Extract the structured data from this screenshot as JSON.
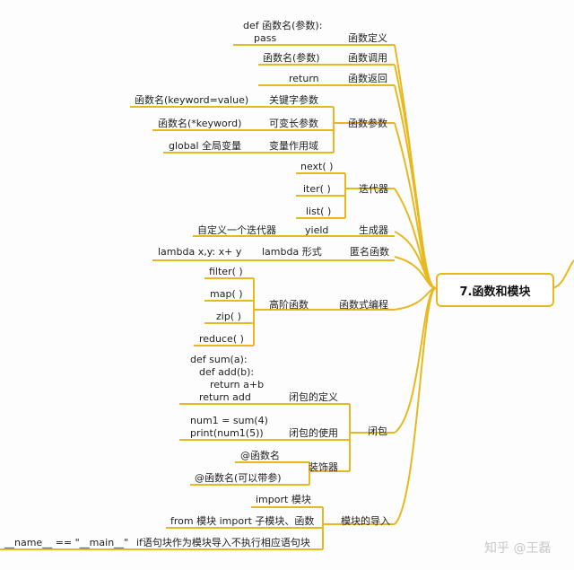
{
  "root": "7.函数和模块",
  "branches": {
    "def": {
      "label": "函数定义",
      "code1": "def 函数名(参数):",
      "code2": "pass"
    },
    "call": {
      "label": "函数调用",
      "item": "函数名(参数)"
    },
    "ret": {
      "label": "函数返回",
      "item": "return"
    },
    "params": {
      "label": "函数参数",
      "items": [
        {
          "name": "关键字参数",
          "detail": "函数名(keyword=value)"
        },
        {
          "name": "可变长参数",
          "detail": "函数名(*keyword)"
        },
        {
          "name": "变量作用域",
          "detail": "global 全局变量"
        }
      ]
    },
    "iter": {
      "label": "迭代器",
      "items": [
        "next( )",
        "iter( )",
        "list( )"
      ]
    },
    "gen": {
      "label": "生成器",
      "item": "yield",
      "detail": "自定义一个迭代器"
    },
    "anon": {
      "label": "匿名函数",
      "item": "lambda 形式",
      "detail": "lambda x,y: x+ y"
    },
    "functional": {
      "label": "函数式编程",
      "sub": "高阶函数",
      "items": [
        "filter( )",
        "map( )",
        "zip( )",
        "reduce( )"
      ]
    },
    "closure": {
      "label": "闭包",
      "def_label": "闭包的定义",
      "def_code": [
        "def sum(a):",
        "def add(b):",
        "return a+b",
        "return add"
      ],
      "use_label": "闭包的使用",
      "use_code": [
        "num1 = sum(4)",
        "print(num1(5))"
      ],
      "decorator_label": "装饰器",
      "decorator_items": [
        "@函数名",
        "@函数名(可以带参)"
      ]
    },
    "import": {
      "label": "模块的导入",
      "items": [
        "import 模块",
        "from 模块 import 子模块、函数"
      ],
      "main_label": "if语句块作为模块导入不执行相应语句块",
      "main_code": "__name__ == \"__main__\""
    }
  },
  "watermark": "知乎 @王磊",
  "colors": {
    "line": "#e8b820"
  }
}
